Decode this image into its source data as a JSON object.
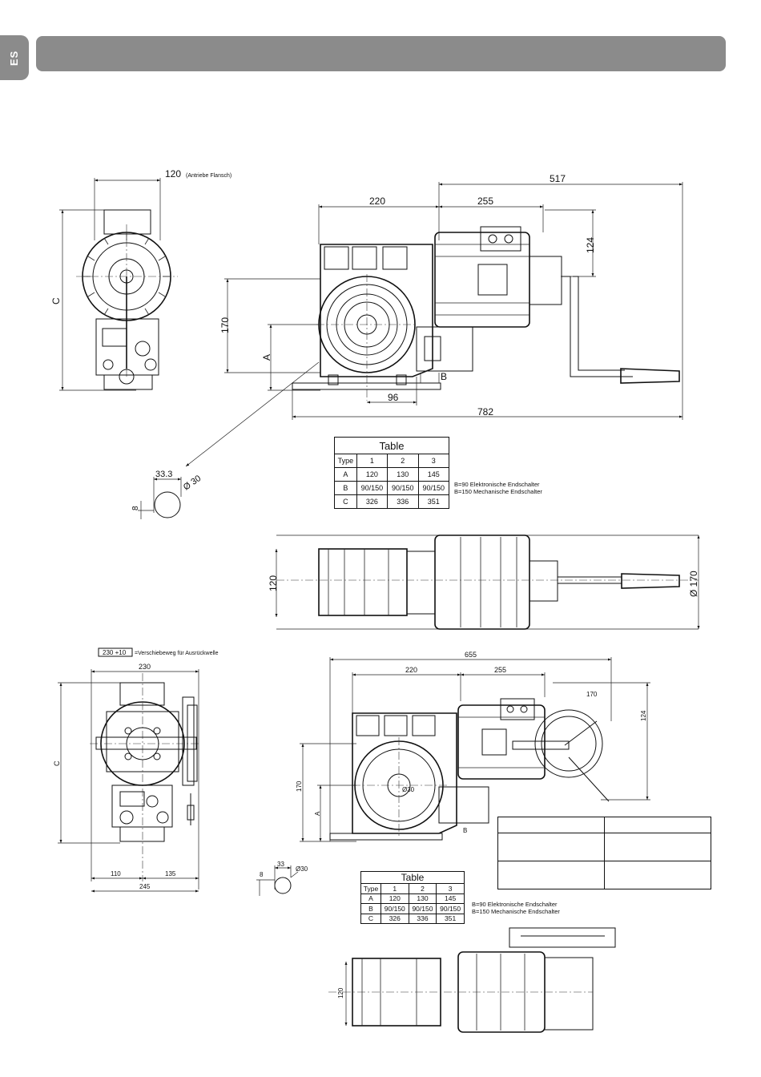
{
  "page": {
    "lang_tab": "ES"
  },
  "drawing1": {
    "flange_dim": "120",
    "flange_note": "(Antriebe Flansch)",
    "label_c": "C",
    "dim_517": "517",
    "dim_220": "220",
    "dim_255": "255",
    "dim_124": "124",
    "dim_170": "170",
    "label_a": "A",
    "label_b": "B",
    "dim_96": "96",
    "dim_782": "782",
    "shaft_width": "33.3",
    "shaft_diameter": "Ø 30",
    "shaft_key": "8",
    "side_height": "120",
    "handle_diameter": "Ø 170"
  },
  "table1": {
    "title": "Table",
    "header": [
      "Type",
      "1",
      "2",
      "3"
    ],
    "rows": [
      [
        "A",
        "120",
        "130",
        "145"
      ],
      [
        "B",
        "90/150",
        "90/150",
        "90/150"
      ],
      [
        "C",
        "326",
        "336",
        "351"
      ]
    ],
    "note_b90": "B=90 Elektronische Endschalter",
    "note_b150": "B=150 Mechanische Endschalter"
  },
  "drawing2": {
    "shift_dim": "230 +10",
    "shift_note": "=Verschiebeweg für Ausrückwelle",
    "dim_230": "230",
    "label_c": "C",
    "dim_110": "110",
    "dim_135": "135",
    "dim_245": "245",
    "dim_655": "655",
    "dim_220": "220",
    "dim_255": "255",
    "dim_170_wheel": "170",
    "dim_124": "124",
    "dim_170": "170",
    "label_a": "A",
    "label_b": "B",
    "shaft_diameter": "Ø30",
    "shaft_width": "33",
    "shaft_key": "8",
    "shaft_dia_small": "Ø30",
    "side_height": "120"
  },
  "table2": {
    "title": "Table",
    "header": [
      "Type",
      "1",
      "2",
      "3"
    ],
    "rows": [
      [
        "A",
        "120",
        "130",
        "145"
      ],
      [
        "B",
        "90/150",
        "90/150",
        "90/150"
      ],
      [
        "C",
        "326",
        "336",
        "351"
      ]
    ],
    "note_b90": "B=90 Elektronische Endschalter",
    "note_b150": "B=150 Mechanische Endschalter"
  }
}
